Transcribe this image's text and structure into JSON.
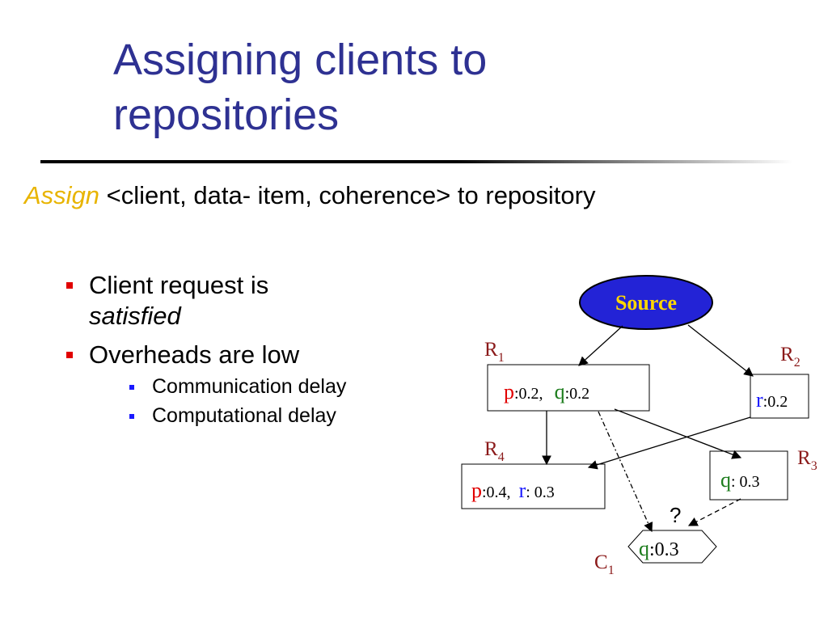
{
  "title": {
    "line1": "Assigning clients to",
    "line2": "repositories"
  },
  "subtitle": {
    "keyword": "Assign",
    "rest": " <client, data- item,  coherence> to repository"
  },
  "bullets": {
    "item1": {
      "text": "Client request is",
      "emphasis": "satisfied"
    },
    "item2": {
      "text": "Overheads are low",
      "sub": [
        "Communication delay",
        "Computational delay"
      ]
    }
  },
  "diagram": {
    "source": "Source",
    "repositories": {
      "r1": {
        "name": "R",
        "sub": "1",
        "items": [
          {
            "key": "p",
            "value": ":0.2,"
          },
          {
            "key": "q",
            "value": ":0.2"
          }
        ]
      },
      "r2": {
        "name": "R",
        "sub": "2",
        "items": [
          {
            "key": "r",
            "value": ":0.2"
          }
        ]
      },
      "r3": {
        "name": "R",
        "sub": "3",
        "items": [
          {
            "key": "q",
            "value": ": 0.3"
          }
        ]
      },
      "r4": {
        "name": "R",
        "sub": "4",
        "items": [
          {
            "key": "p",
            "value": ":0.4,"
          },
          {
            "key": "r",
            "value": ": 0.3"
          }
        ]
      }
    },
    "client": {
      "name": "C",
      "sub": "1",
      "key": "q",
      "value": ":0.3"
    },
    "question": "?"
  },
  "colors": {
    "title": "#2e3192",
    "keyword": "#e8b400",
    "source_fill": "#2323d6",
    "source_text": "#ffd700",
    "label": "#8b1a1a",
    "p": "#e10000",
    "q": "#1e7d1e",
    "r": "#1a1aff",
    "bullet1": "#e10000",
    "bullet2": "#1a1aff"
  }
}
